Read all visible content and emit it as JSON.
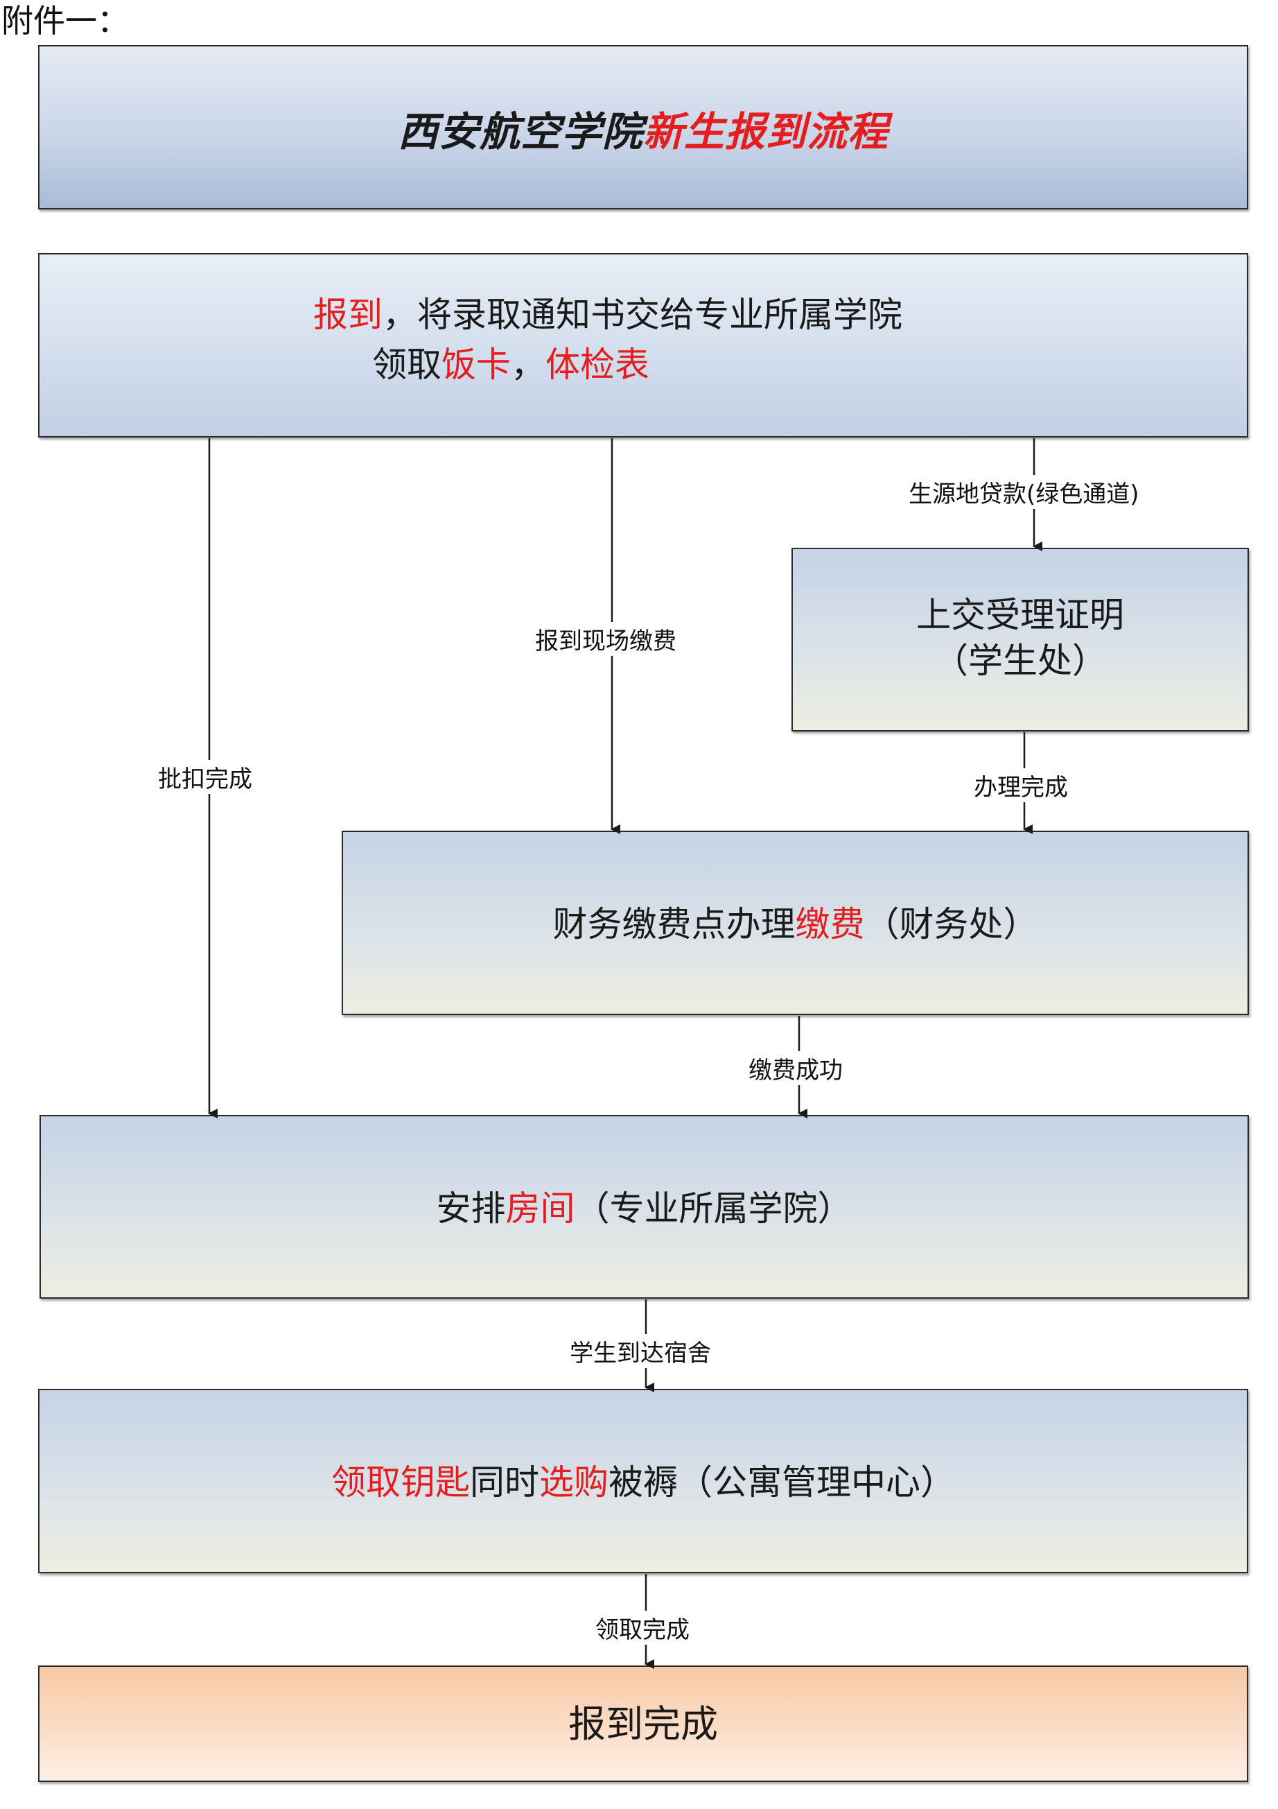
{
  "attachment_label": "附件一：",
  "title": {
    "part1": "西安航空学院",
    "part2": "新生报到流程"
  },
  "step1": {
    "line1_red": "报到",
    "line1_rest": "，将录取通知书交给专业所属学院",
    "line2_a": "领取",
    "line2_red1": "饭卡",
    "line2_sep": "，",
    "line2_red2": "体检表"
  },
  "green_channel_label": "生源地贷款(绿色通道)",
  "certificate_box": {
    "line1": "上交受理证明",
    "line2": "（学生处）"
  },
  "onsite_payment_label": "报到现场缴费",
  "deduction_done_label": "批扣完成",
  "processing_done_label": "办理完成",
  "finance_box": {
    "a": "财务缴费点办理",
    "red": "缴费",
    "b": "（财务处）"
  },
  "payment_success_label": "缴费成功",
  "room_box": {
    "a": "安排",
    "red": "房间",
    "b": "（专业所属学院）"
  },
  "arrive_dorm_label": "学生到达宿舍",
  "key_box": {
    "red1": "领取钥匙",
    "a": "同时",
    "red2": "选购",
    "b": "被褥（公寓管理中心）"
  },
  "receive_done_label": "领取完成",
  "done_box": {
    "label": "报到完成"
  },
  "colors": {
    "accent_red": "#e41e1e",
    "box_blue": "#c5d3e6",
    "box_orange": "#f7c9a5"
  }
}
